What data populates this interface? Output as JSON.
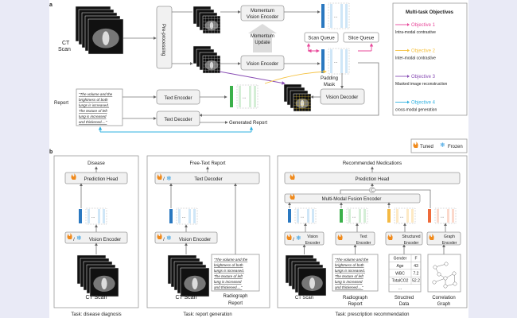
{
  "panel_a": {
    "label": "a",
    "ct_scan_label": [
      "CT",
      "Scan"
    ],
    "report_label": "Report",
    "preprocessing": "Pre-processing",
    "momentum_encoder": [
      "Momentum",
      "Vision Encoder"
    ],
    "momentum_update": [
      "Momentum",
      "Update"
    ],
    "vision_encoder": "Vision Encoder",
    "scan_queue": "Scan Queue",
    "slice_queue": "Slice Queue",
    "padding_mask": [
      "Padding",
      "Mask"
    ],
    "vision_decoder": "Vision Decoder",
    "text_encoder": "Text Encoder",
    "text_decoder": "Text Decoder",
    "generated_report": "Generated Report",
    "report_text": [
      "\"The volume and the",
      "brightness of both",
      "lungs is increased.",
      "The texture of left",
      "lung is increased",
      "and thickened....\""
    ],
    "objectives": {
      "title": "Multi-task Objectives",
      "items": [
        {
          "name": "Objective 1",
          "desc": "Intra-modal contrastive",
          "color": "#e8489a"
        },
        {
          "name": "Objective 2",
          "desc": "Inter-modal contrastive",
          "color": "#f5c242"
        },
        {
          "name": "Objective 3",
          "desc": "Masked image reconstruction",
          "color": "#8a4fb5"
        },
        {
          "name": "Objective 4",
          "desc": "cross-modal generation",
          "color": "#2fb0e0"
        }
      ]
    }
  },
  "legend": {
    "tuned": "Tuned",
    "frozen": "Frozen",
    "tuned_icon": "flame-icon",
    "frozen_icon": "snowflake-icon"
  },
  "panel_b": {
    "label": "b",
    "diagnosis": {
      "output": "Disease",
      "head": "Prediction Head",
      "encoder": "Vision Encoder",
      "input": "CT Scan",
      "task": "Task: disease diagnosis"
    },
    "report_gen": {
      "output": "Free-Text Report",
      "decoder": "Text Decoder",
      "encoder": "Vision Encoder",
      "input": "CT Scan",
      "input2": [
        "Radiograph",
        "Report"
      ],
      "task": "Task: report generation"
    },
    "prescription": {
      "output": "Recommended Medications",
      "head": "Prediction Head",
      "concat": "C",
      "fusion": "Multi-Modal Fusion Encoder",
      "encoders": [
        [
          "Vision",
          "Encoder"
        ],
        [
          "Text",
          "Encoder"
        ],
        [
          "Structured",
          "Encoder"
        ],
        [
          "Graph",
          "Encoder"
        ]
      ],
      "inputs": [
        [
          "CT Scan",
          ""
        ],
        [
          "Radiograph",
          "Report"
        ],
        [
          "Structred",
          "Data"
        ],
        [
          "Correlation",
          "Graph"
        ]
      ],
      "table": [
        [
          "Gender",
          "F"
        ],
        [
          "Age",
          "43"
        ],
        [
          "WBC",
          "7.2"
        ],
        [
          "TotalCO2",
          "52.2"
        ],
        [
          "...",
          ""
        ]
      ],
      "task": "Task: prescription recommendation"
    }
  },
  "colors": {
    "vision": "#2a78c0",
    "text": "#3bb04a",
    "structured": "#f4b942",
    "graph": "#ee6a3a"
  }
}
